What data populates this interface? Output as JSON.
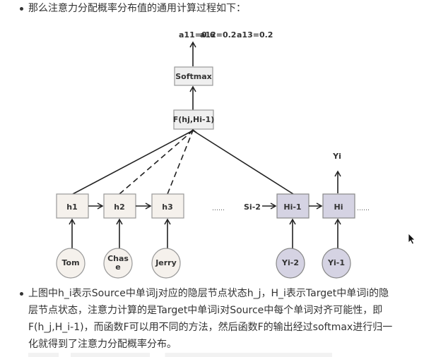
{
  "intro_text": "那么注意力分配概率分布值的通用计算过程如下：",
  "diagram": {
    "outputs": [
      "a11=0.6",
      "a12=0.2",
      "a13=0.2"
    ],
    "softmax_label": "Softmax",
    "score_function_label": "F(hj,Hi-1)",
    "encoder_states": [
      "h1",
      "h2",
      "h3"
    ],
    "encoder_ellipsis": "……",
    "encoder_inputs": [
      "Tom",
      "Chas",
      "e",
      "Jerry"
    ],
    "decoder_prev_state": "Si-2",
    "decoder_states": [
      "Hi-1",
      "Hi"
    ],
    "decoder_ellipsis": "……",
    "decoder_output": "Yi",
    "decoder_inputs": [
      "Yi-2",
      "Yi-1"
    ],
    "colors": {
      "encoder_fill": "#f5f1ec",
      "decoder_fill": "#d5d3e3",
      "box_stroke": "#888888",
      "line": "#222222"
    }
  },
  "explain_text": "上图中h_i表示Source中单词j对应的隐层节点状态h_j，H_i表示Target中单词i的隐层节点状态，注意力计算的是Target中单词i对Source中每个单词对齐可能性，即F(h_j,H_i-1)，而函数F可以用不同的方法，然后函数F的输出经过softmax进行归一化就得到了注意力分配概率分布。"
}
